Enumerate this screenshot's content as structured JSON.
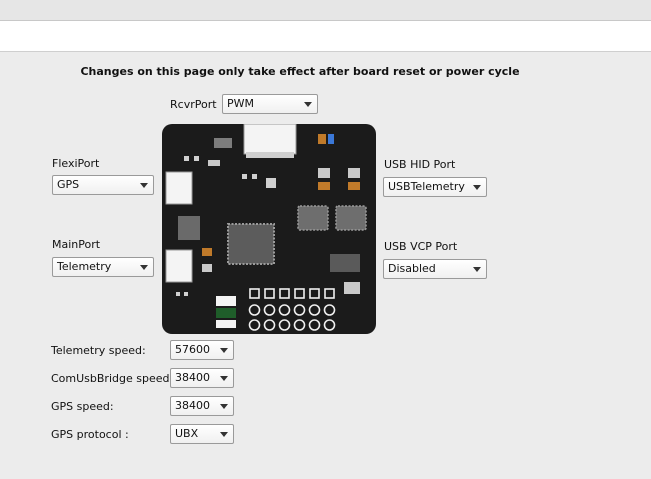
{
  "notice": "Changes on this page only take effect after board reset or power cycle",
  "ports": {
    "rcvr": {
      "label": "RcvrPort",
      "value": "PWM"
    },
    "flexi": {
      "label": "FlexiPort",
      "value": "GPS"
    },
    "main": {
      "label": "MainPort",
      "value": "Telemetry"
    },
    "usb_hid": {
      "label": "USB HID Port",
      "value": "USBTelemetry"
    },
    "usb_vcp": {
      "label": "USB VCP Port",
      "value": "Disabled"
    }
  },
  "speeds": {
    "telemetry": {
      "label": "Telemetry speed:",
      "value": "57600"
    },
    "comusbbridge": {
      "label": "ComUsbBridge speed:",
      "value": "38400"
    },
    "gps": {
      "label": "GPS speed:",
      "value": "38400"
    },
    "gps_protocol": {
      "label": "GPS protocol :",
      "value": "UBX"
    }
  },
  "colors": {
    "board": "#1b1b1b",
    "window_bg": "#ececec"
  }
}
